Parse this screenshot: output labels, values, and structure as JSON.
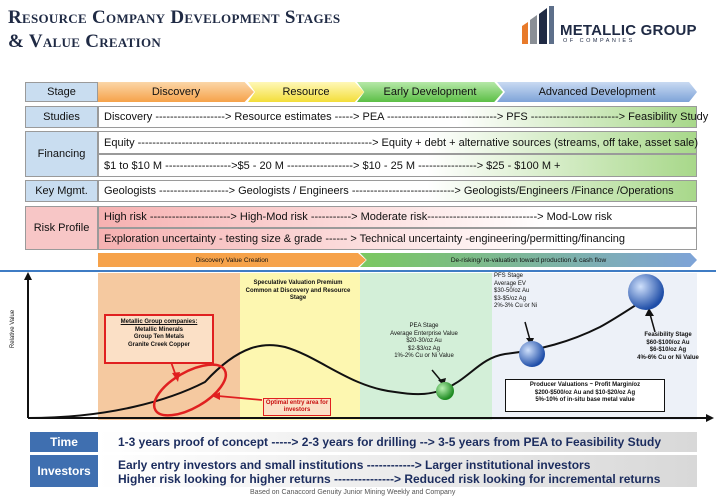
{
  "title": {
    "line1": "Resource Company Development Stages",
    "line2": "& Value Creation"
  },
  "logo": {
    "name": "METALLIC GROUP",
    "sub": "OF COMPANIES"
  },
  "rows": {
    "stage": {
      "label": "Stage",
      "discovery": "Discovery",
      "resource": "Resource",
      "early": "Early Development",
      "advanced": "Advanced Development"
    },
    "studies": {
      "label": "Studies",
      "text": "Discovery -------------------> Resource estimates -----> PEA ------------------------------> PFS ------------------------> Feasibility Study"
    },
    "financing": {
      "label": "Financing",
      "line1": "Equity ----------------------------------------------------------------> Equity + debt + alternative sources (streams, off take, asset sale)",
      "line2": "$1 to $10 M ------------------>$5 - 20 M ------------------> $10 - 25 M ----------------> $25 - $100 M +"
    },
    "keymgmt": {
      "label": "Key Mgmt.",
      "text": "Geologists -------------------> Geologists / Engineers ----------------------------> Geologists/Engineers /Finance /Operations"
    },
    "risk": {
      "label": "Risk Profile",
      "line1": "High risk ----------------------> High-Mod risk -----------> Moderate risk------------------------------> Mod-Low risk",
      "line2": "Exploration uncertainty - testing size & grade ------ > Technical uncertainty -engineering/permitting/financing"
    }
  },
  "phases": {
    "left": "Discovery Value Creation",
    "right": "De-risking/ re-valuation toward production & cash flow"
  },
  "chart": {
    "ylabel": "Relative Value",
    "companies": {
      "heading": "Metallic Group companies:",
      "items": [
        "Metallic Minerals",
        "Group Ten Metals",
        "Granite Creek Copper"
      ]
    },
    "speculative": "Speculative Valuation Premium Common at Discovery and Resource Stage",
    "pea": {
      "title": "PEA Stage",
      "lines": [
        "Average Enterprise Value",
        "$20-30/oz Au",
        "$2-$3/oz Ag",
        "1%-2% Cu or Ni Value"
      ]
    },
    "pfs": {
      "title": "PFS Stage",
      "lines": [
        "Average EV",
        "$30-50/oz Au",
        "$3-$5/oz Ag",
        "2%-3% Cu or Ni"
      ]
    },
    "feasibility": {
      "title": "Feasibility Stage",
      "lines": [
        "$60-$100/oz Au",
        "$6-$10/oz Ag",
        "4%-6% Cu or Ni Value"
      ]
    },
    "producer": {
      "title": "Producer Valuations ~ Profit Margin/oz",
      "lines": [
        "$200-$500/oz Au and $10-$20/oz Ag",
        "5%-10% of in-situ base metal value"
      ]
    },
    "entry": "Optimal entry area for investors",
    "colors": {
      "discovery": "#f5c9a0",
      "resource": "#fdf7b0",
      "early": "#d3efd8",
      "advanced": "#e9eef7",
      "curve": "#111111",
      "red": "#e02020"
    }
  },
  "time": {
    "label": "Time",
    "text": "1-3 years proof of concept -----> 2-3 years for drilling --> 3-5 years from PEA to Feasibility Study"
  },
  "investors": {
    "label": "Investors",
    "line1": "Early entry investors and small institutions ------------> Larger institutional investors",
    "line2": "Higher risk looking for higher returns ---------------> Reduced risk looking for incremental returns"
  },
  "source": "Based on Canaccord Genuity Junior Mining Weekly and Company"
}
